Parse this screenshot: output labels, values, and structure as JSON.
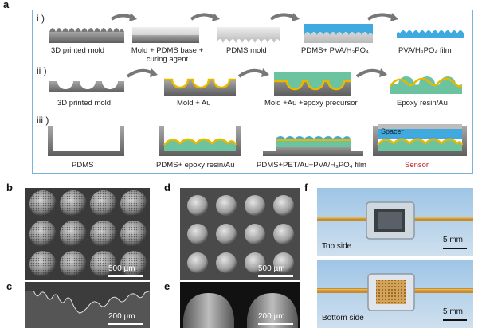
{
  "panel_a": {
    "letter": "a",
    "rows": [
      {
        "step": "i )",
        "captions": [
          "3D printed mold",
          "Mold + PDMS base + curing agent",
          "PDMS mold",
          "PDMS+ PVA/H₃PO₄",
          "PVA/H₃PO₄ film"
        ]
      },
      {
        "step": "ii )",
        "captions": [
          "3D printed mold",
          "Mold + Au",
          "Mold +Au +epoxy precursor",
          "Epoxy resin/Au"
        ]
      },
      {
        "step": "iii )",
        "captions": [
          "PDMS",
          "PDMS+ epoxy resin/Au",
          "PDMS+PET/Au+PVA/H₃PO₄ film",
          "Sensor"
        ]
      }
    ],
    "spacer_label": "Spacer",
    "colors": {
      "border": "#7ab3d9",
      "gray": "#8c8c8c",
      "blue": "#3fa9e0",
      "gold": "#e8b800",
      "green": "#6cc3a0",
      "sensor_red": "#c0201a"
    }
  },
  "panel_b": {
    "letter": "b",
    "scale": "500 µm"
  },
  "panel_c": {
    "letter": "c",
    "scale": "200 µm"
  },
  "panel_d": {
    "letter": "d",
    "scale": "500 µm"
  },
  "panel_e": {
    "letter": "e",
    "scale": "200 µm"
  },
  "panel_f": {
    "letter": "f",
    "top_label": "Top side",
    "bottom_label": "Bottom side",
    "scale_top": "5 mm",
    "scale_bottom": "5 mm"
  }
}
